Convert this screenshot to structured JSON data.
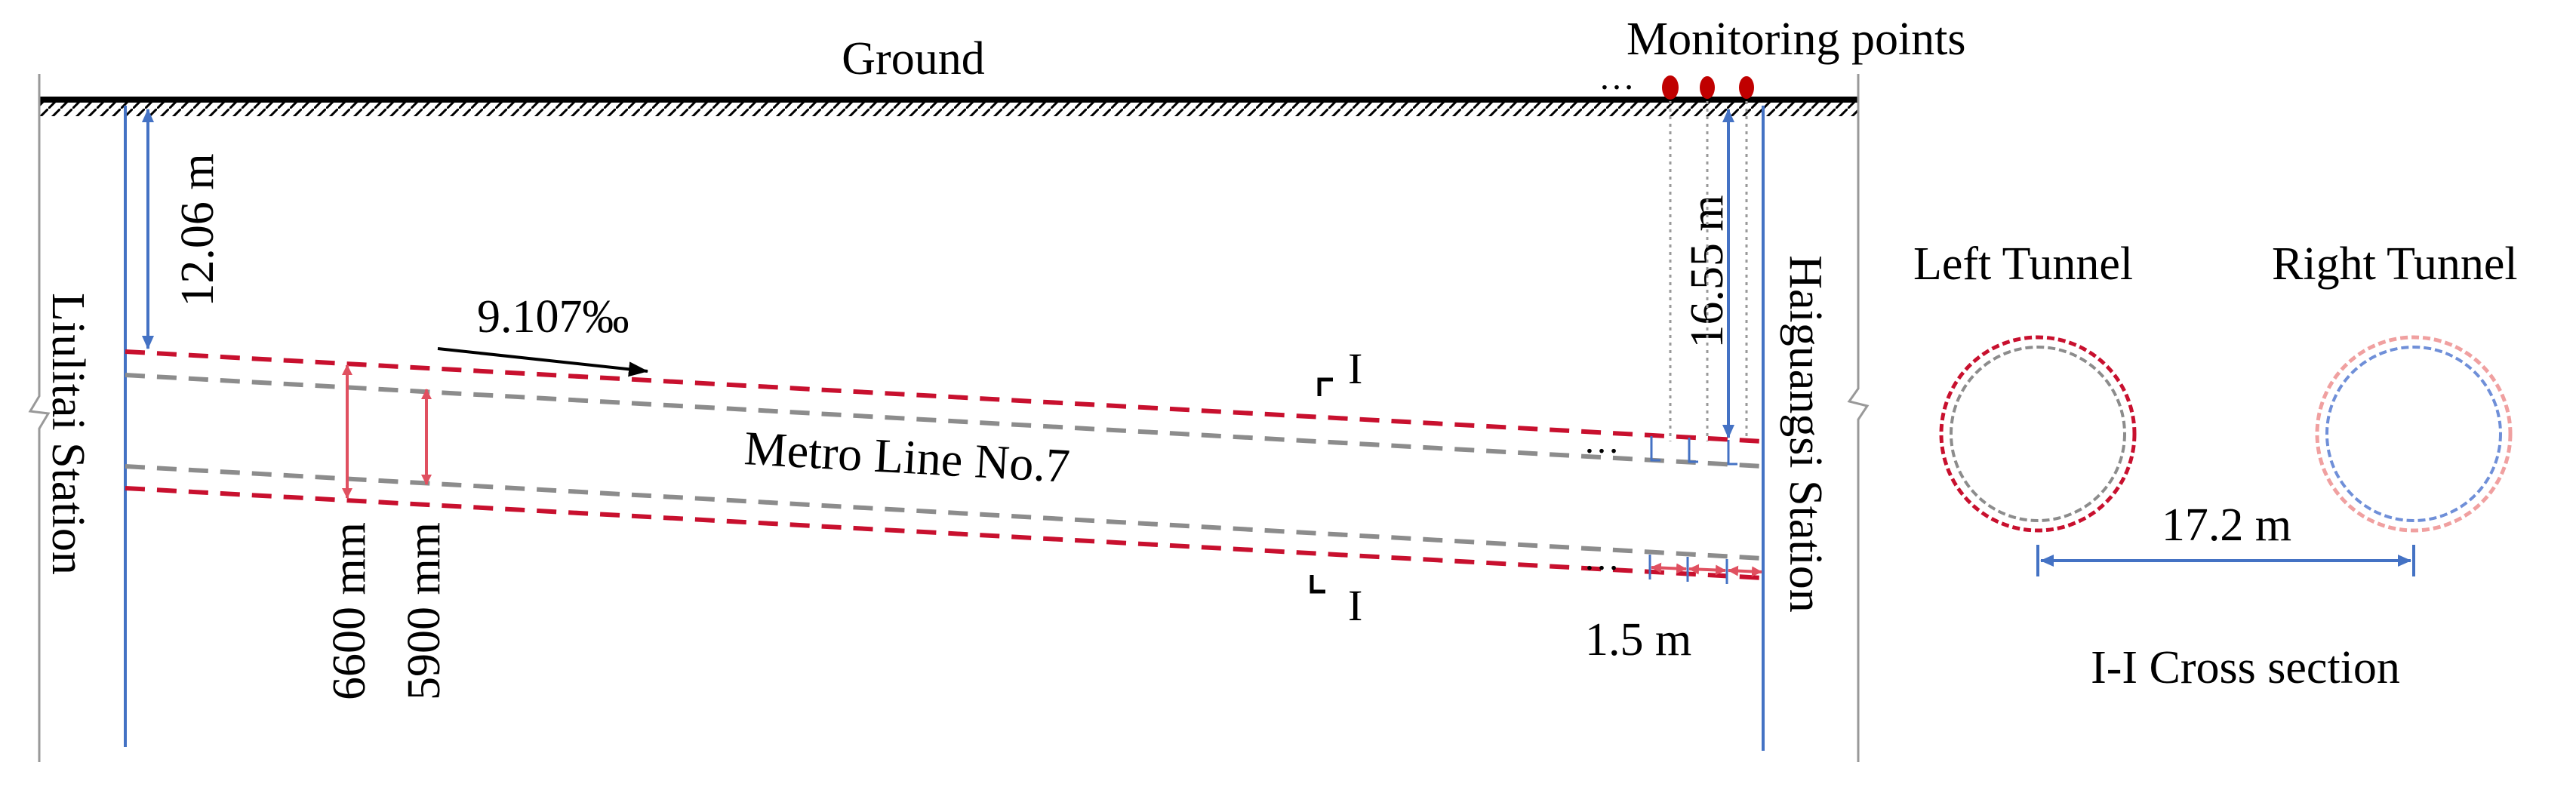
{
  "labels": {
    "ground": "Ground",
    "monitoring_points": "Monitoring points",
    "ellipsis": "…",
    "depth_left": "12.06 m",
    "depth_right": "16.55 m",
    "gradient": "9.107‰",
    "section_mark": "I",
    "line_name": "Metro Line No.7",
    "outer_diameter": "6600 mm",
    "inner_diameter": "5900 mm",
    "point_spacing": "1.5 m",
    "left_station": "Liulitai Station",
    "right_station": "Haiguangsi Station",
    "left_tunnel": "Left Tunnel",
    "right_tunnel": "Right Tunnel",
    "tunnel_spacing": "17.2 m",
    "cross_section": "I-I Cross section"
  },
  "colors": {
    "outer_lining_left": "#c8102e",
    "inner_lining": "#8c8c8c",
    "dimension_blue": "#4472c4",
    "dimension_red": "#e05060",
    "monitoring_point": "#c00000",
    "outer_lining_right": "#f0a0a0",
    "inner_lining_right": "#6f8fd8"
  }
}
